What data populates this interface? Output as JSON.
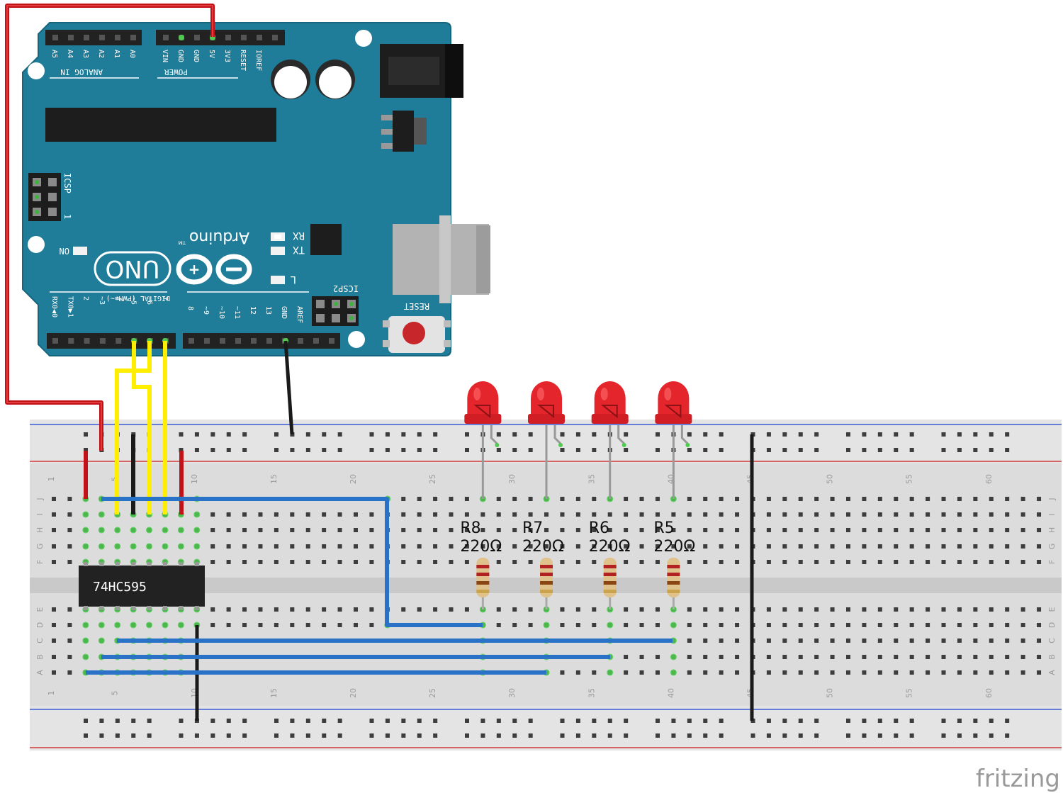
{
  "arduino": {
    "brand": "Arduino",
    "tm": "TM",
    "model": "UNO",
    "analog_section": "ANALOG IN",
    "power_section": "POWER",
    "digital_section": "DIGITAL (PWM=~)",
    "analog_pins": [
      "A5",
      "A4",
      "A3",
      "A2",
      "A1",
      "A0"
    ],
    "power_pins": [
      "VIN",
      "GND",
      "GND",
      "5V",
      "3V3",
      "RESET",
      "IOREF"
    ],
    "digital_pins_low": [
      "RX0◀0",
      "TX0▶1",
      "2",
      "~3",
      "4",
      "~5",
      "~6",
      "7"
    ],
    "digital_pins_high": [
      "8",
      "~9",
      "~10",
      "~11",
      "12",
      "13",
      "GND",
      "AREF"
    ],
    "icsp": "ICSP",
    "icsp_pin1": "1",
    "icsp2": "ICSP2",
    "reset_label": "RESET",
    "on_led": "ON",
    "rx_led": "RX",
    "tx_led": "TX",
    "l_led": "L",
    "board_color": "#1f7d99"
  },
  "breadboard": {
    "row_letters_top": [
      "J",
      "I",
      "H",
      "G",
      "F"
    ],
    "row_letters_bottom": [
      "E",
      "D",
      "C",
      "B",
      "A"
    ],
    "column_numbers": [
      "1",
      "5",
      "10",
      "15",
      "20",
      "25",
      "30",
      "35",
      "40",
      "45",
      "50",
      "55",
      "60"
    ]
  },
  "components": {
    "ic_label": "74HC595",
    "resistors": [
      {
        "name": "R8",
        "value": "220Ω"
      },
      {
        "name": "R7",
        "value": "220Ω"
      },
      {
        "name": "R6",
        "value": "220Ω"
      },
      {
        "name": "R5",
        "value": "220Ω"
      }
    ],
    "led_color": "#e4252b"
  },
  "wire_colors": {
    "red": "#c1121a",
    "black": "#1a1a1a",
    "yellow": "#ffee00",
    "blue": "#2a71c8"
  },
  "watermark": "fritzing"
}
